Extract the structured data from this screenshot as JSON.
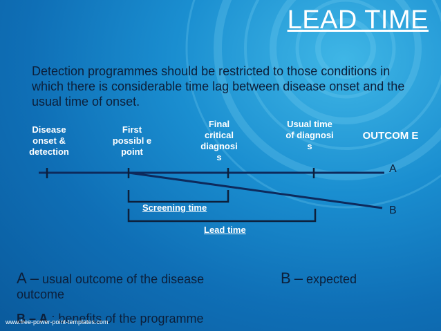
{
  "slide": {
    "title": "LEAD TIME",
    "intro_text": "Detection programmes should be restricted to those conditions in which there is considerable time lag between disease onset and the usual time of onset."
  },
  "timeline": {
    "points": [
      {
        "label": "Disease onset & detection"
      },
      {
        "label": "First possibl e point"
      },
      {
        "label": "Final critical diagnosi s"
      },
      {
        "label": "Usual time of diagnosi s"
      }
    ],
    "outcome_label": "OUTCOM E",
    "line_a_label": "A",
    "line_b_label": "B",
    "screening_time_label": "Screening time",
    "lead_time_label": "Lead time"
  },
  "legend": {
    "a_key": "A",
    "a_dash": "–",
    "a_text": "usual outcome of the disease outcome",
    "b_key": "B",
    "b_dash": "–",
    "b_text": "expected",
    "ba_key": "B – A",
    "ba_text": ": benefits of the programme"
  },
  "footer": {
    "url": "www.free-power-point-templates.com"
  },
  "colors": {
    "background": "#1a8ed0",
    "line": "#0d2a5c",
    "bracket": "#0d1f3a",
    "header_text": "#ffffff",
    "body_text": "#0c1f3a"
  }
}
